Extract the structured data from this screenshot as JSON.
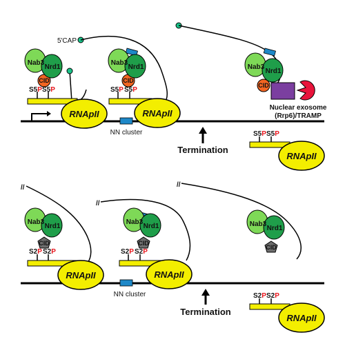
{
  "labels": {
    "cap": "5'CAP",
    "rnapii": "RNApII",
    "nab3": "Nab3",
    "nrd1": "Nrd1",
    "cid": "CID",
    "s5": "S5",
    "s2": "S2",
    "p": "P",
    "nn_cluster": "NN cluster",
    "termination": "Termination",
    "exosome_line1": "Nuclear exosome",
    "exosome_line2": "(Rrp6)/TRAMP"
  },
  "colors": {
    "rnapii": "#f3ee00",
    "ctd": "#f3ee00",
    "nab3": "#7ed957",
    "nrd1": "#1f9e4a",
    "cid_s5": "#f26522",
    "cid_s2": "#6d6d6d",
    "nn_cluster": "#1e88c8",
    "cap": "#19c48a",
    "exosome": "#7b3fa0",
    "tramp": "#e8143b",
    "phospho": "#e8141b",
    "dna": "#000000"
  },
  "icons": {
    "tss": "promoter-arrow-icon",
    "arrow": "up-arrow-icon"
  }
}
